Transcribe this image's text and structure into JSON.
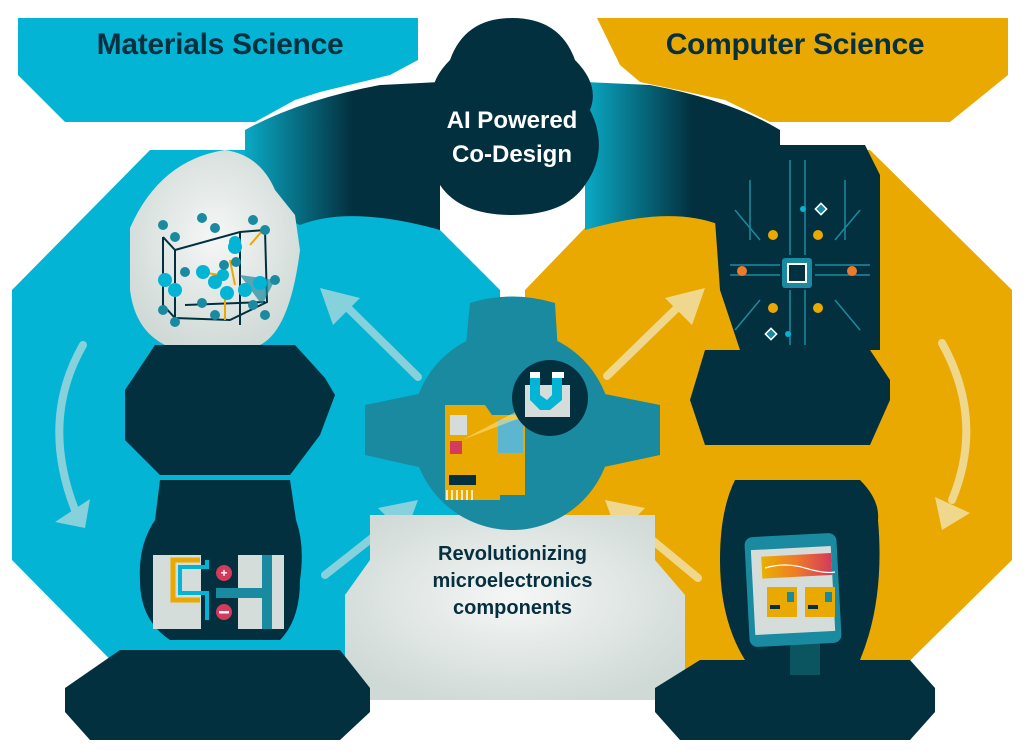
{
  "diagram": {
    "left_header": "Materials Science",
    "right_header": "Computer Science",
    "center_title": {
      "line1": "AI Powered",
      "line2": "Co-Design"
    },
    "bottom_box": {
      "line1": "Revolutionizing",
      "line2": "microelectronics",
      "line3": "components"
    },
    "nodes": [
      {
        "id": "crystal-lattice",
        "icon": "crystal-lattice-icon",
        "side": "left",
        "position": "top"
      },
      {
        "id": "device-junction",
        "icon": "device-junction-icon",
        "side": "left",
        "position": "bottom"
      },
      {
        "id": "circuit-chip",
        "icon": "circuit-chip-icon",
        "side": "right",
        "position": "top"
      },
      {
        "id": "tablet-display",
        "icon": "tablet-display-icon",
        "side": "right",
        "position": "bottom"
      },
      {
        "id": "microelectronics-board",
        "icon": "circuit-board-icon",
        "side": "center",
        "position": "middle"
      }
    ],
    "colors": {
      "materials_cyan": "#04b4d4",
      "computer_gold": "#e9a900",
      "dark_navy": "#033040",
      "teal_mid": "#1a8aa0",
      "light_gray": "#d4ddd9",
      "arrow_cyan_light": "#86d1dc",
      "arrow_gold_light": "#efd78d"
    }
  }
}
